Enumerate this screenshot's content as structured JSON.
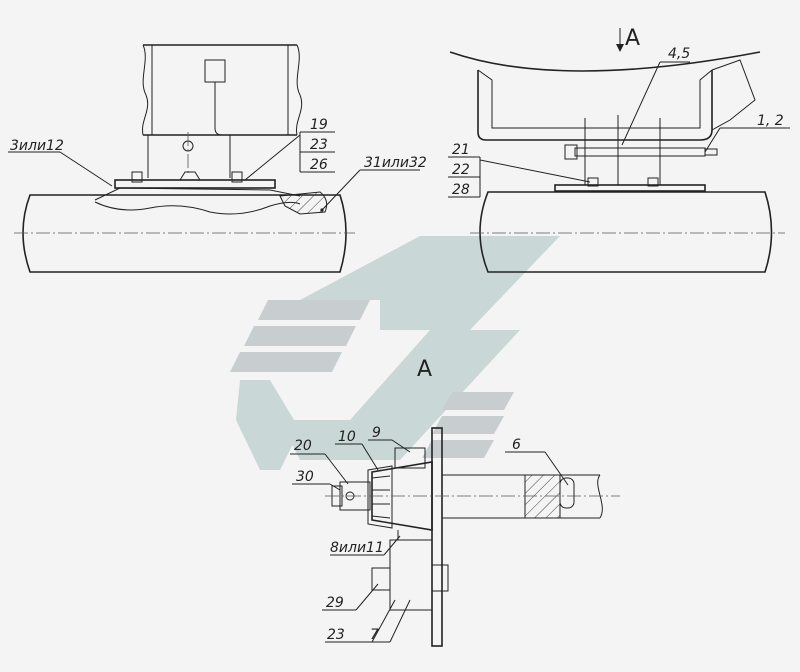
{
  "labels": {
    "view_arrow": "А",
    "view_title": "А",
    "left": {
      "l3or12": "3или12",
      "l19": "19",
      "l23": "23",
      "l26": "26",
      "l31or32": "31или32"
    },
    "right": {
      "l45": "4,5",
      "l12": "1, 2",
      "l21": "21",
      "l22": "22",
      "l28": "28"
    },
    "detail": {
      "l20": "20",
      "l10": "10",
      "l9": "9",
      "l6": "6",
      "l30": "30",
      "l8or11": "8или11",
      "l29": "29",
      "l23": "23",
      "l7": "7"
    }
  },
  "colors": {
    "background": "#f4f4f4",
    "line": "#222222",
    "watermark_gray": "#c8cdcf",
    "watermark_green": "#c9d8d6"
  }
}
